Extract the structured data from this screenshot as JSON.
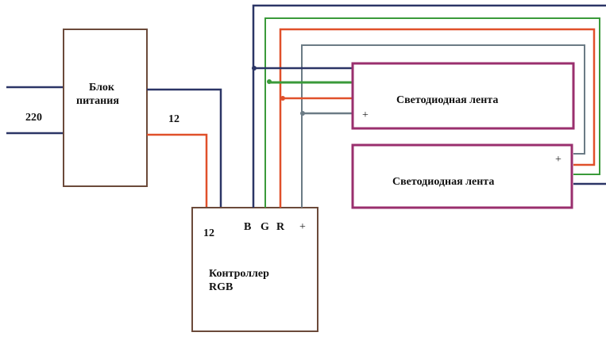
{
  "power_supply": {
    "label_line1": "Блок",
    "label_line2": "питания",
    "input_voltage": "220",
    "output_voltage": "12"
  },
  "controller": {
    "input_voltage": "12",
    "pin_b": "B",
    "pin_g": "G",
    "pin_r": "R",
    "pin_plus": "+",
    "label_line1": "Контроллер",
    "label_line2": "RGB"
  },
  "strips": [
    {
      "label": "Светодиодная лента",
      "plus": "+"
    },
    {
      "label": "Светодиодная лента",
      "plus": "+"
    }
  ],
  "colors": {
    "blue": "#2b3566",
    "green": "#3a9a3a",
    "red": "#e0502a",
    "gray": "#6b7b85",
    "box": "#6b4a3a",
    "strip": "#9a2f6e"
  }
}
